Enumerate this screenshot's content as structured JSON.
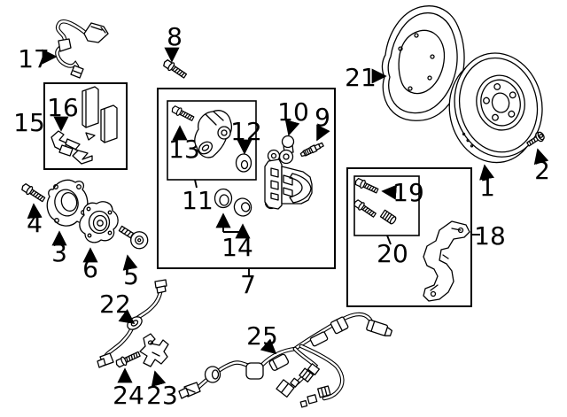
{
  "diagram": {
    "kind": "exploded-parts-diagram",
    "subject": "rear disc brake assembly",
    "background_color": "#ffffff",
    "line_color": "#000000"
  },
  "callouts": [
    "1",
    "2",
    "3",
    "4",
    "5",
    "6",
    "7",
    "8",
    "9",
    "10",
    "11",
    "12",
    "13",
    "14",
    "15",
    "16",
    "17",
    "18",
    "19",
    "20",
    "21",
    "22",
    "23",
    "24",
    "25"
  ]
}
